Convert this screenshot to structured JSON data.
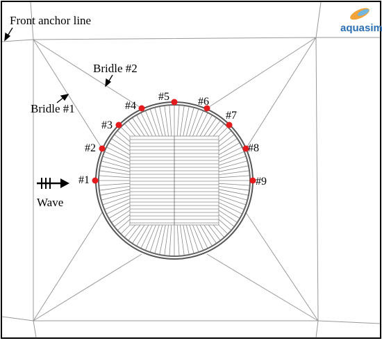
{
  "labels": {
    "front_anchor_line": "Front anchor line",
    "bridle_1": "Bridle #1",
    "bridle_2": "Bridle #2",
    "wave": "Wave",
    "logo": "aquasim"
  },
  "points": [
    {
      "label": "#1"
    },
    {
      "label": "#2"
    },
    {
      "label": "#3"
    },
    {
      "label": "#4"
    },
    {
      "label": "#5"
    },
    {
      "label": "#6"
    },
    {
      "label": "#7"
    },
    {
      "label": "#8"
    },
    {
      "label": "#9"
    }
  ],
  "colors": {
    "point": "#e41a1c",
    "line": "#999999",
    "structure": "#555555",
    "net": "#8a8a8a",
    "frame": "#000000",
    "logo_text": "#2b6fb5"
  }
}
